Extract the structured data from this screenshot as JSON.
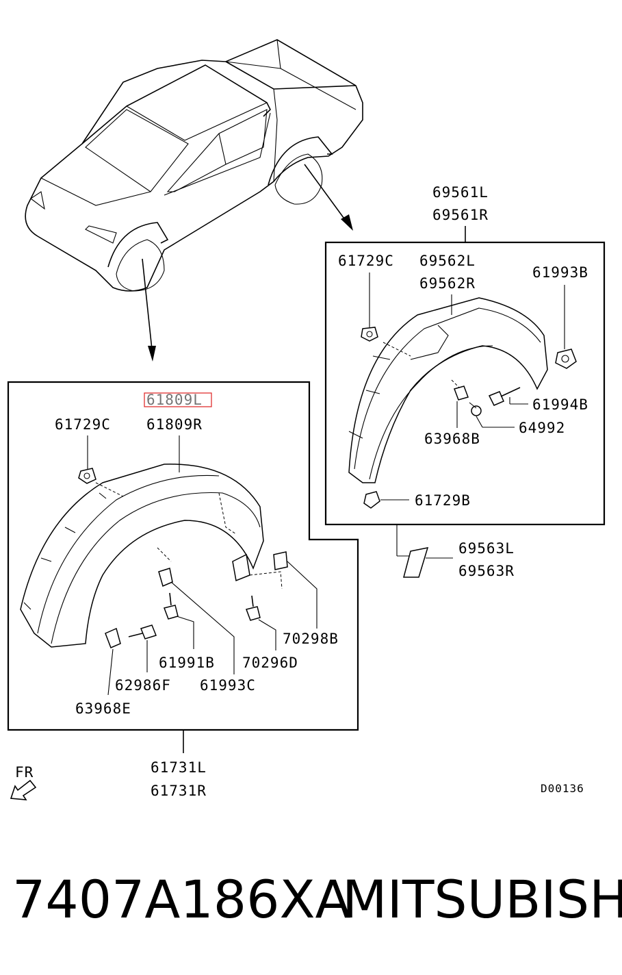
{
  "labels": {
    "rear_group_top": "69561L",
    "rear_group_bottom": "69561R",
    "rear_clip_top": "61729C",
    "rear_fender_l": "69562L",
    "rear_fender_r": "69562R",
    "rear_cap": "61993B",
    "rear_bolt": "61994B",
    "rear_washer": "64992",
    "rear_nut": "63968B",
    "rear_clip_bottom": "61729B",
    "rear_pad_l": "69563L",
    "rear_pad_r": "69563R",
    "front_fender_l": "61809L",
    "front_fender_r": "61809R",
    "front_clip": "61729C",
    "front_grommet": "70298B",
    "front_screw_a": "61991B",
    "front_screw_b": "70296D",
    "front_bolt": "62986F",
    "front_clip_c": "61993C",
    "front_nut": "63968E",
    "front_group_l": "61731L",
    "front_group_r": "61731R",
    "direction": "FR",
    "diagram_code": "D00136"
  },
  "footer": {
    "part_number": "7407A186XA",
    "brand": "MITSUBISHI"
  },
  "highlight_color": "#e03030"
}
